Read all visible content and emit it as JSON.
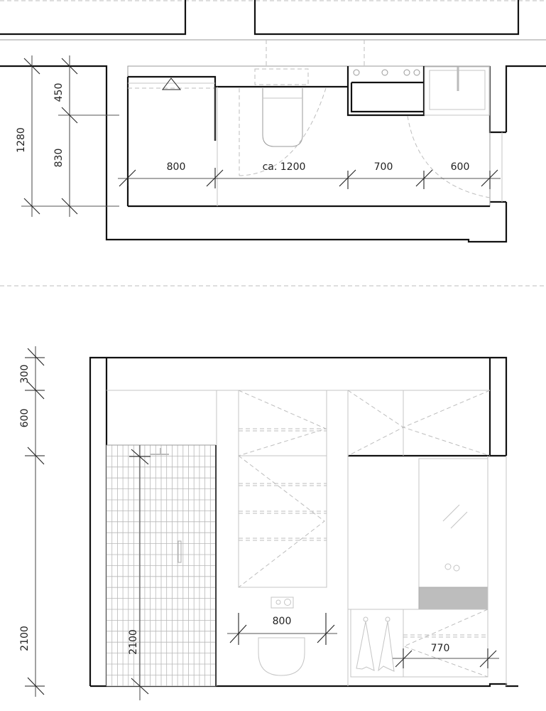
{
  "plan": {
    "dimensions_horizontal": [
      {
        "id": "shower-width",
        "label": "800"
      },
      {
        "id": "toilet-zone",
        "label": "ca. 1200"
      },
      {
        "id": "cabinet-width",
        "label": "700"
      },
      {
        "id": "sink-width",
        "label": "600"
      }
    ],
    "dimensions_vertical": [
      {
        "id": "total-depth",
        "label": "1280"
      },
      {
        "id": "upper-depth",
        "label": "450"
      },
      {
        "id": "lower-depth",
        "label": "830"
      }
    ]
  },
  "elevation": {
    "dimensions_vertical": [
      {
        "id": "soffit",
        "label": "300"
      },
      {
        "id": "upper-cabinets",
        "label": "600"
      },
      {
        "id": "lower-height",
        "label": "2100"
      },
      {
        "id": "shower-height",
        "label": "2100"
      }
    ],
    "dimensions_horizontal": [
      {
        "id": "toilet-clearance",
        "label": "800"
      },
      {
        "id": "vanity-width",
        "label": "770"
      }
    ],
    "colors": {
      "countertop": "#bdbdbd",
      "walls": "#111111"
    }
  }
}
